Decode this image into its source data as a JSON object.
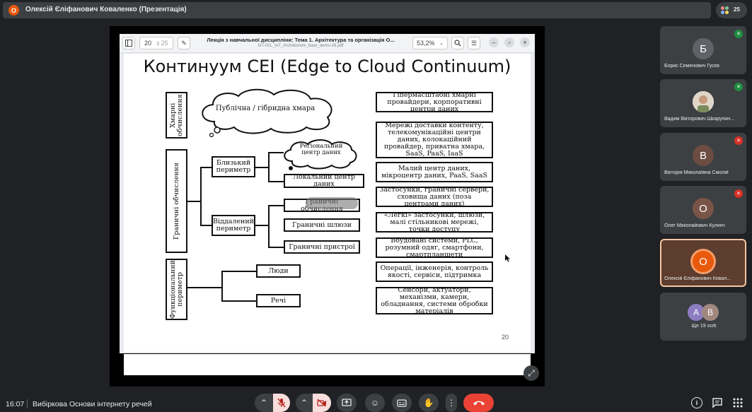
{
  "topbar": {
    "avatar_letter": "О",
    "title": "Олексій Єліфанович Коваленко (Презентація)"
  },
  "people": {
    "count": "25"
  },
  "pdf_toolbar": {
    "page_current": "20",
    "page_total": "з 25",
    "doc_title": "Лекція з навчальної дисципліни: Тема 1. Архітектура та організація О...",
    "file_name": "IoT-02L_IoT_Architecture_base_demo-26.pdf",
    "zoom": "53,2%"
  },
  "slide": {
    "title": "Континуум CEI (Edge to Cloud Continuum)",
    "left_vertical": [
      "Хмарні обчислення",
      "Граничні обчислення",
      "Функціональний периметр"
    ],
    "cloud_public": "Публічна / гібридна хмара",
    "cloud_regional": "Регіональний центр даних",
    "near_perimeter": "Близький периметр",
    "far_perimeter": "Віддалений периметр",
    "local_dc": "Локальний центр даних",
    "edge_computing": "Граничні обчислення",
    "edge_gateways": "Граничні шлюзи",
    "edge_devices": "Граничні пристрої",
    "people": "Люди",
    "things": "Речі",
    "right_boxes": [
      "Гіпермасштабні хмарні провайдери, корпоративні центри даних",
      "Мережі доставки контенту, телекомунікаційні центри даних, колокаційний провайдер, приватна хмара, SaaS, PaaS, IaaS",
      "Малий центр даних, мікроцентр даних, PaaS, SaaS",
      "Застосунки, граничні сервери, сховища даних (поза центрами даних)",
      "«Легкі» застосунки, шлюзи, малі стільникові мережі, точки доступу",
      "Вбудовані системи, PLC, розумний одяг, смартфони, смартпланшети",
      "Операції, інженерія, контроль якості, сервіси, підтримка",
      "Сенсори, актуатори, механізми, камери, обладнання, системи обробки матеріалів"
    ],
    "page_number": "20"
  },
  "participants": [
    {
      "letter": "Б",
      "name": "Борис Семенович Гусєв",
      "color": "#5f6368",
      "muted": true
    },
    {
      "letter": "",
      "name": "Вадим Вікторович Шкарупин...",
      "color": "#e8eaed",
      "muted": true
    },
    {
      "letter": "В",
      "name": "Вікторія Миколаївна Смолій",
      "color": "#6d4c41",
      "muted": true
    },
    {
      "letter": "О",
      "name": "Олег Миколайович Кулініч",
      "color": "#795548",
      "muted": true
    },
    {
      "letter": "О",
      "name": "Олексій Єліфанович Ковал...",
      "color": "#e8590c",
      "muted": false
    }
  ],
  "more": {
    "letters": [
      "А",
      "В"
    ],
    "label": "Ще 19 осіб"
  },
  "bottom": {
    "time": "16:07",
    "meeting_name": "Вибіркова Основи інтернету речей"
  }
}
